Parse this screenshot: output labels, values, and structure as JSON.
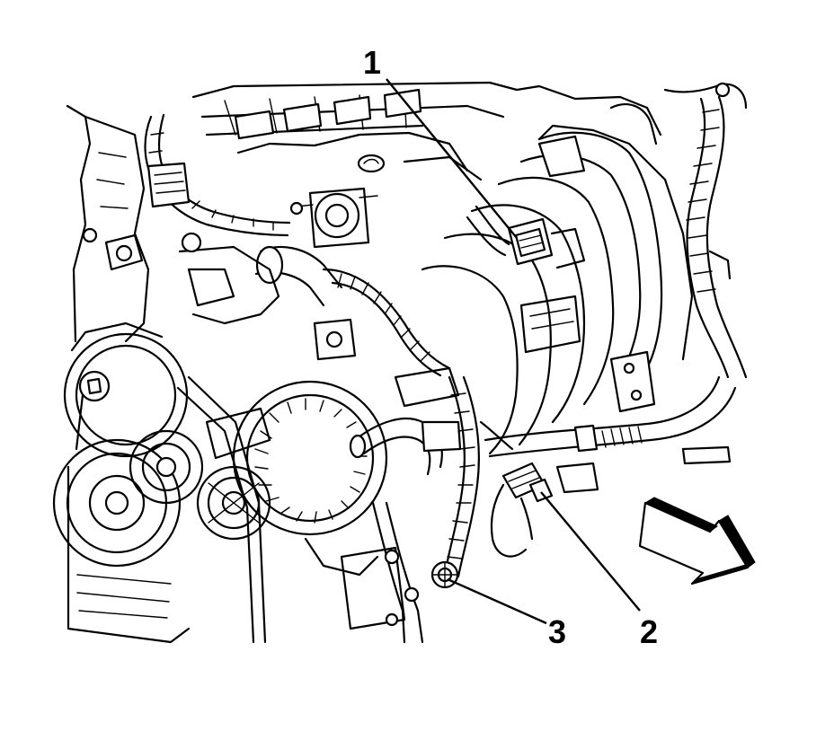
{
  "callouts": [
    {
      "label": "1"
    },
    {
      "label": "2"
    },
    {
      "label": "3"
    }
  ],
  "icons": {
    "direction_arrow": "front-direction-arrow-icon"
  }
}
